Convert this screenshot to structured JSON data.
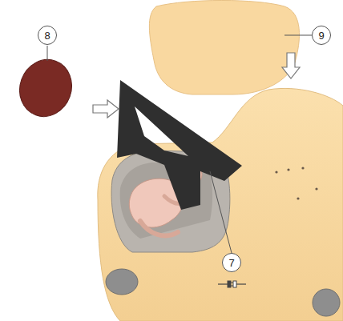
{
  "diagram": {
    "labels": [
      "8",
      "9",
      "7"
    ]
  }
}
